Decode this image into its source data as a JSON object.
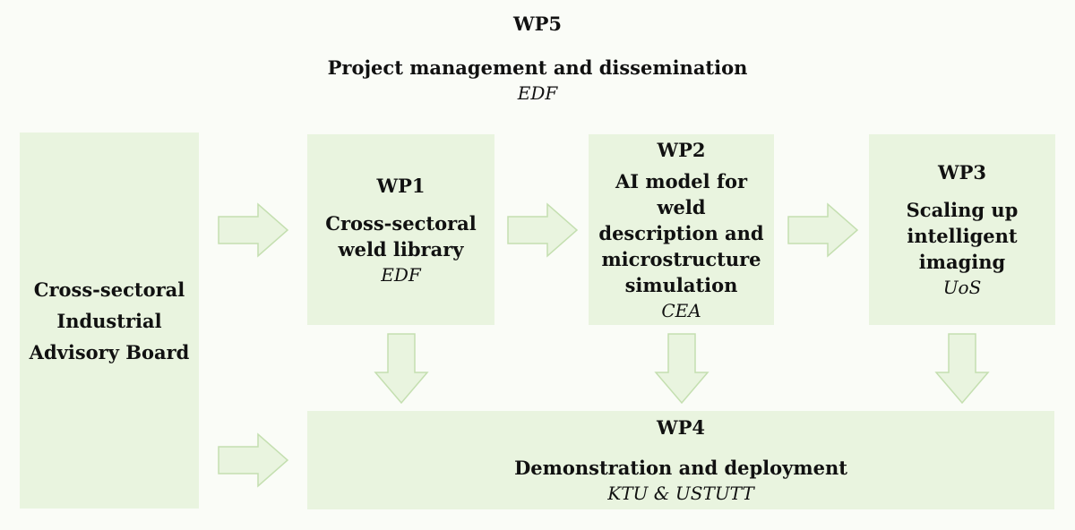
{
  "wp5": {
    "id": "WP5",
    "title": "Project management and dissemination",
    "lead": "EDF"
  },
  "board": {
    "title_lines": [
      "Cross-sectoral",
      "Industrial",
      "Advisory Board"
    ]
  },
  "wp1": {
    "id": "WP1",
    "title_lines": [
      "Cross-sectoral",
      "weld library"
    ],
    "lead": "EDF"
  },
  "wp2": {
    "id": "WP2",
    "title_lines": [
      "AI model for weld",
      "description and",
      "microstructure",
      "simulation"
    ],
    "lead": "CEA"
  },
  "wp3": {
    "id": "WP3",
    "title_lines": [
      "Scaling up",
      "intelligent imaging"
    ],
    "lead": "UoS"
  },
  "wp4": {
    "id": "WP4",
    "title": "Demonstration and deployment",
    "lead": "KTU & USTUTT"
  },
  "colors": {
    "box_fill": "#e9f4df",
    "arrow_fill": "#e9f4df",
    "arrow_stroke": "#c4dfb0",
    "background": "#fafcf7"
  }
}
